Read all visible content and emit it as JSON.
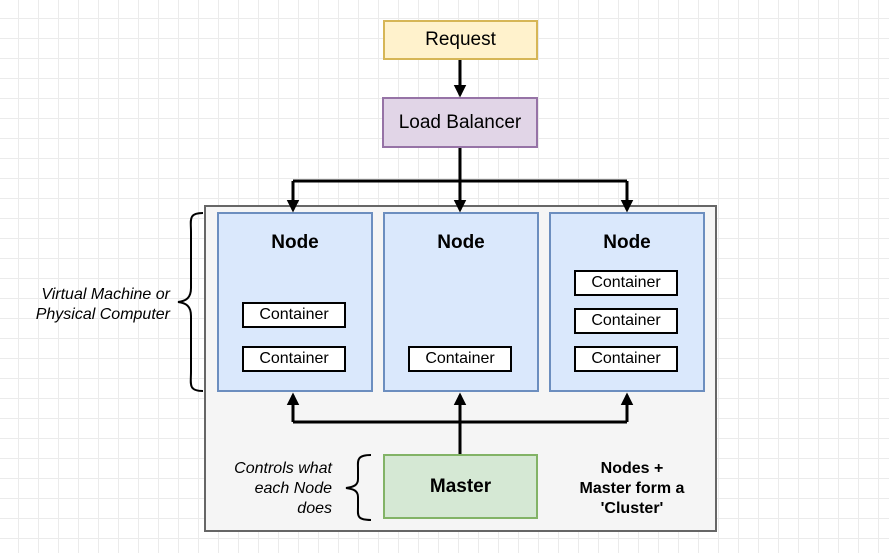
{
  "request": {
    "label": "Request"
  },
  "load_balancer": {
    "label": "Load Balancer"
  },
  "nodes": [
    {
      "title": "Node",
      "containers": [
        "Container",
        "Container"
      ]
    },
    {
      "title": "Node",
      "containers": [
        "Container"
      ]
    },
    {
      "title": "Node",
      "containers": [
        "Container",
        "Container",
        "Container"
      ]
    }
  ],
  "master": {
    "label": "Master"
  },
  "annotations": {
    "vm_line1": "Virtual Machine or",
    "vm_line2": "Physical Computer",
    "controls_line1": "Controls what",
    "controls_line2": "each Node",
    "controls_line3": "does",
    "cluster_line1": "Nodes +",
    "cluster_line2": "Master form a",
    "cluster_line3": "'Cluster'"
  },
  "colors": {
    "request_fill": "#fff2cc",
    "request_stroke": "#d6b656",
    "lb_fill": "#e1d5e7",
    "lb_stroke": "#9673a6",
    "node_fill": "#dae8fc",
    "node_stroke": "#6c8ebf",
    "master_fill": "#d5e8d4",
    "master_stroke": "#82b366",
    "cluster_fill": "#f5f5f5",
    "cluster_stroke": "#666666"
  }
}
